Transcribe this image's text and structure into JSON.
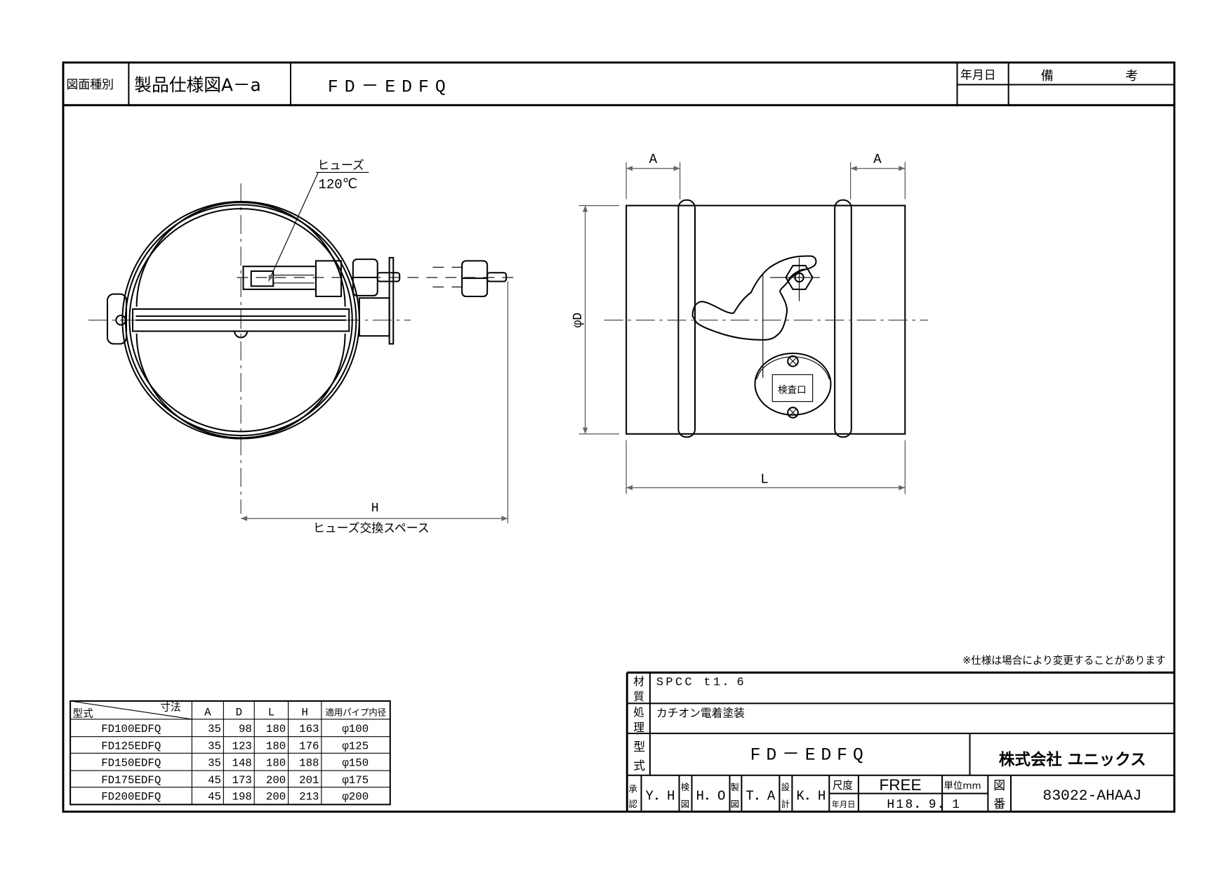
{
  "header": {
    "drawing_type_label": "図面種別",
    "drawing_type": "製品仕様図A－a",
    "title": "FD－EDFQ",
    "date_label": "年月日",
    "remarks_label_1": "備",
    "remarks_label_2": "考"
  },
  "front_view": {
    "fuse_label": "ヒューズ",
    "fuse_temp": "120℃",
    "dim_h": "H",
    "dim_h_caption": "ヒューズ交換スペース"
  },
  "side_view": {
    "dim_a_left": "A",
    "dim_a_right": "A",
    "dim_d": "φD",
    "dim_l": "L",
    "inspection_port": "検査口"
  },
  "dimension_table": {
    "corner_row_label": "型式",
    "corner_col_label": "寸法",
    "columns": [
      "A",
      "D",
      "L",
      "H",
      "適用パイプ内径"
    ],
    "rows": [
      {
        "model": "FD100EDFQ",
        "A": "35",
        "D": "98",
        "L": "180",
        "H": "163",
        "pipe": "φ100"
      },
      {
        "model": "FD125EDFQ",
        "A": "35",
        "D": "123",
        "L": "180",
        "H": "176",
        "pipe": "φ125"
      },
      {
        "model": "FD150EDFQ",
        "A": "35",
        "D": "148",
        "L": "180",
        "H": "188",
        "pipe": "φ150"
      },
      {
        "model": "FD175EDFQ",
        "A": "45",
        "D": "173",
        "L": "200",
        "H": "201",
        "pipe": "φ175"
      },
      {
        "model": "FD200EDFQ",
        "A": "45",
        "D": "198",
        "L": "200",
        "H": "213",
        "pipe": "φ200"
      }
    ]
  },
  "title_block": {
    "note": "※仕様は場合により変更することがあります",
    "material_label": [
      "材",
      "質"
    ],
    "material": "SPCC t1．6",
    "treatment_label": [
      "処",
      "理"
    ],
    "treatment": "カチオン電着塗装",
    "model_label": [
      "型",
      "式"
    ],
    "model": "FD－EDFQ",
    "company": "株式会社 ユニックス",
    "approved_label": [
      "承",
      "認"
    ],
    "approved": "Y．H",
    "checked_label": [
      "検",
      "図"
    ],
    "checked": "H．O",
    "drawn_label": [
      "製",
      "図"
    ],
    "drawn": "T．A",
    "designed_label": [
      "設",
      "計"
    ],
    "designed": "K．H",
    "scale_label": "尺度",
    "scale": "FREE",
    "date_label": "年月日",
    "date": "H18．9．1",
    "unit_label": "単位mm",
    "drawing_no_label": [
      "図",
      "番"
    ],
    "drawing_no": "83022-AHAAJ"
  }
}
